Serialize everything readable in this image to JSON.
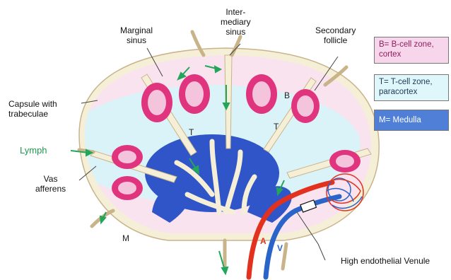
{
  "labels": {
    "marginal_sinus": [
      "Marginal",
      "sinus"
    ],
    "intermediary_sinus": [
      "Inter-",
      "mediary",
      "sinus"
    ],
    "secondary_follicle": [
      "Secondary",
      "follicle"
    ],
    "capsule": [
      "Capsule with",
      "trabeculae"
    ],
    "lymph": "Lymph",
    "vas_afferens": [
      "Vas",
      "afferens"
    ],
    "high_endothelial_venule": "High endothelial Venule"
  },
  "zone_letters": {
    "B": "B",
    "T1": "T",
    "T2": "T",
    "M": "M",
    "A": "A",
    "V": "V"
  },
  "legend": [
    {
      "lines": [
        "B= B-cell zone,",
        "cortex"
      ],
      "color": "#f7d6ec"
    },
    {
      "lines": [
        "T= T-cell zone,",
        "paracortex"
      ],
      "color": "#dff6fa"
    },
    {
      "lines": [
        "M= Medulla"
      ],
      "color": "#4f7fd6"
    }
  ],
  "colors": {
    "capsule": "#f6efd8",
    "follicle": "#e0347f",
    "follicle_light": "#f3c4dc",
    "paracortex": "#d9f3f8",
    "medulla": "#2f55c8",
    "artery": "#e2321f",
    "vein": "#2b64c9",
    "lymph_arrow": "#22a65a"
  }
}
